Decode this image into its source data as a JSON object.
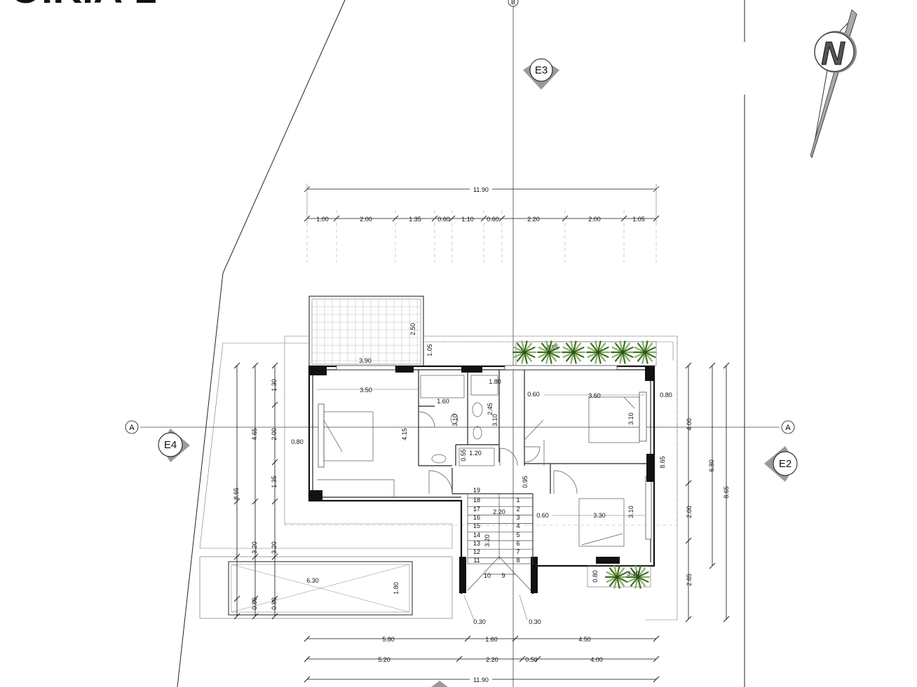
{
  "title": "ΟΙΚΙΑ 1",
  "axes": {
    "A": "A",
    "B": "B"
  },
  "elevations": {
    "E2": "E2",
    "E3": "E3",
    "E4": "E4"
  },
  "north": "N",
  "top_total": "11.90",
  "top_segments": [
    "1.00",
    "2.00",
    "1.35",
    "0.60",
    "1.10",
    "0.60",
    "2.20",
    "2.00",
    "1.05"
  ],
  "bottom_row1": [
    "5.80",
    "1.60",
    "4.50"
  ],
  "bottom_row2": [
    "5.20",
    "2.20",
    "0.50",
    "4.00"
  ],
  "bottom_total": "11.90",
  "left_total": "8.65",
  "left_sum": "4.65",
  "left_segments": [
    "1.30",
    "2.00",
    "1.35"
  ],
  "left_pool_a": "3.20",
  "left_pool_b": "3.20",
  "left_small_a": "0.80",
  "left_small_b": "0.80",
  "right_segments": [
    "4.00",
    "2.00",
    "2.65"
  ],
  "right_mid": "6.80",
  "right_total": "8.65",
  "pool": {
    "length": "6.30",
    "width": "1.80"
  },
  "room_dims": {
    "terrace_w": "3.90",
    "terrace_h": "2.50",
    "terrace_off": "1.05",
    "planter_top": "8.65",
    "bed1_w": "3.50",
    "bed1_h": "4.15",
    "bed1_side": "0.80",
    "bath_w": "1.80",
    "bath_h1": "2.45",
    "bath_h2": "3.10",
    "wc_w": "1.60",
    "wc_h": "3.10",
    "sh_w": "1.20",
    "sh_h": "0.55",
    "hall_h": "0.95",
    "bed2_w": "3.60",
    "bed2_off": "0.60",
    "bed2_h": "3.10",
    "bed2_side": "0.80",
    "bed2_wall": "8.65",
    "bed3_w": "3.30",
    "bed3_off": "0.60",
    "bed3_h": "3.10",
    "stair_w": "2.20",
    "stair_run": "3.20",
    "planter_b_w": "3.10",
    "planter_b_h": "0.80",
    "bottom_off_a": "0.30",
    "bottom_off_b": "0.30"
  },
  "stair_steps_left": [
    "19",
    "18",
    "17",
    "16",
    "15",
    "14",
    "13",
    "12",
    "11"
  ],
  "stair_steps_right": [
    "1",
    "2",
    "3",
    "4",
    "5",
    "6",
    "7",
    "8"
  ],
  "stair_landing": [
    "10",
    "9"
  ]
}
